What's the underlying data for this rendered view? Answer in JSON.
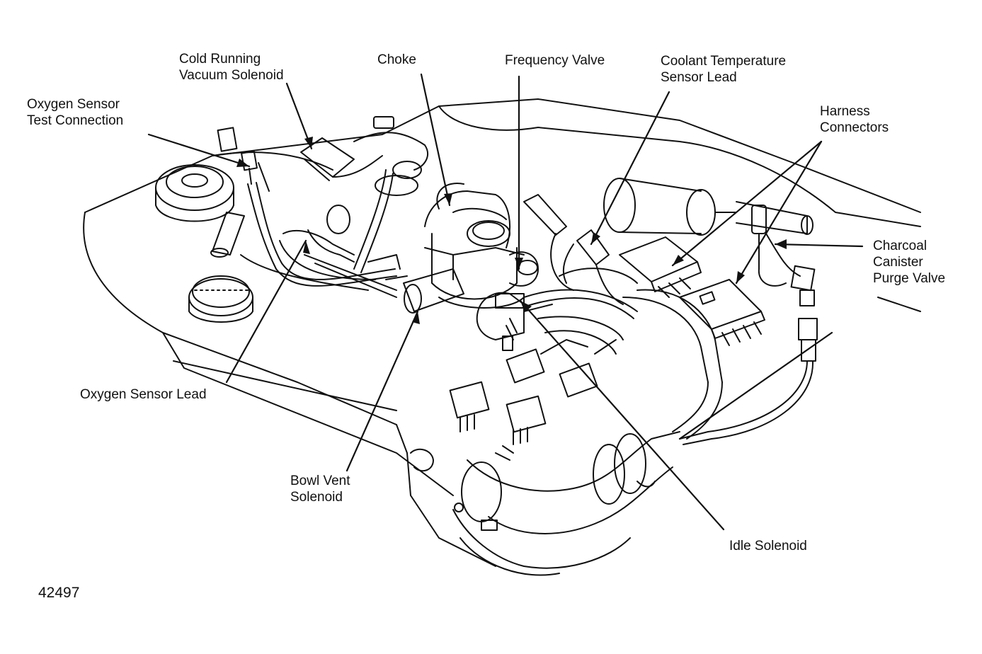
{
  "figure_number": "42497",
  "labels": {
    "oxygen_sensor_test_connection": [
      "Oxygen Sensor",
      "Test Connection"
    ],
    "cold_running_vacuum_solenoid": [
      "Cold Running",
      "Vacuum Solenoid"
    ],
    "choke": [
      "Choke"
    ],
    "frequency_valve": [
      "Frequency Valve"
    ],
    "coolant_temperature_sensor_lead": [
      "Coolant Temperature",
      "Sensor Lead"
    ],
    "harness_connectors": [
      "Harness",
      "Connectors"
    ],
    "charcoal_canister_purge_valve": [
      "Charcoal",
      "Canister",
      "Purge Valve"
    ],
    "oxygen_sensor_lead": [
      "Oxygen Sensor Lead"
    ],
    "bowl_vent_solenoid": [
      "Bowl Vent",
      "Solenoid"
    ],
    "idle_solenoid": [
      "Idle Solenoid"
    ]
  },
  "colors": {
    "ink": "#111111",
    "paper": "#ffffff"
  }
}
